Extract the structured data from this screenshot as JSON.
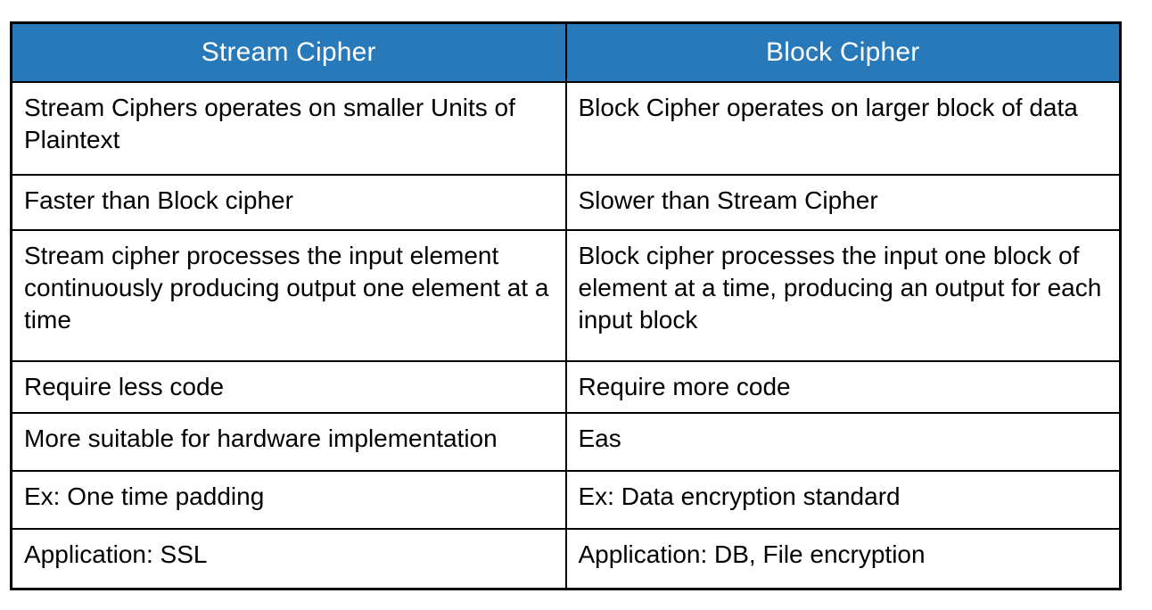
{
  "theme": {
    "header_bg": "#2879B9",
    "header_text": "#FFFFFF",
    "body_text": "#000000",
    "border_color": "#000000",
    "page_bg": "#FFFFFF"
  },
  "table": {
    "headers": [
      "Stream Cipher",
      "Block Cipher"
    ],
    "rows": [
      [
        "Stream Ciphers operates on smaller Units of Plaintext",
        "Block Cipher operates on larger block of data"
      ],
      [
        "Faster than Block cipher",
        "Slower than Stream Cipher"
      ],
      [
        "Stream cipher processes the input element continuously producing output one element at a time",
        "Block cipher processes the input one block of element at a time, producing an output for each input block"
      ],
      [
        "Require less code",
        "Require more code"
      ],
      [
        "More suitable for hardware implementation",
        "Eas"
      ],
      [
        "Ex: One time padding",
        "Ex: Data encryption standard"
      ],
      [
        "Application: SSL",
        "Application: DB, File encryption"
      ]
    ]
  }
}
